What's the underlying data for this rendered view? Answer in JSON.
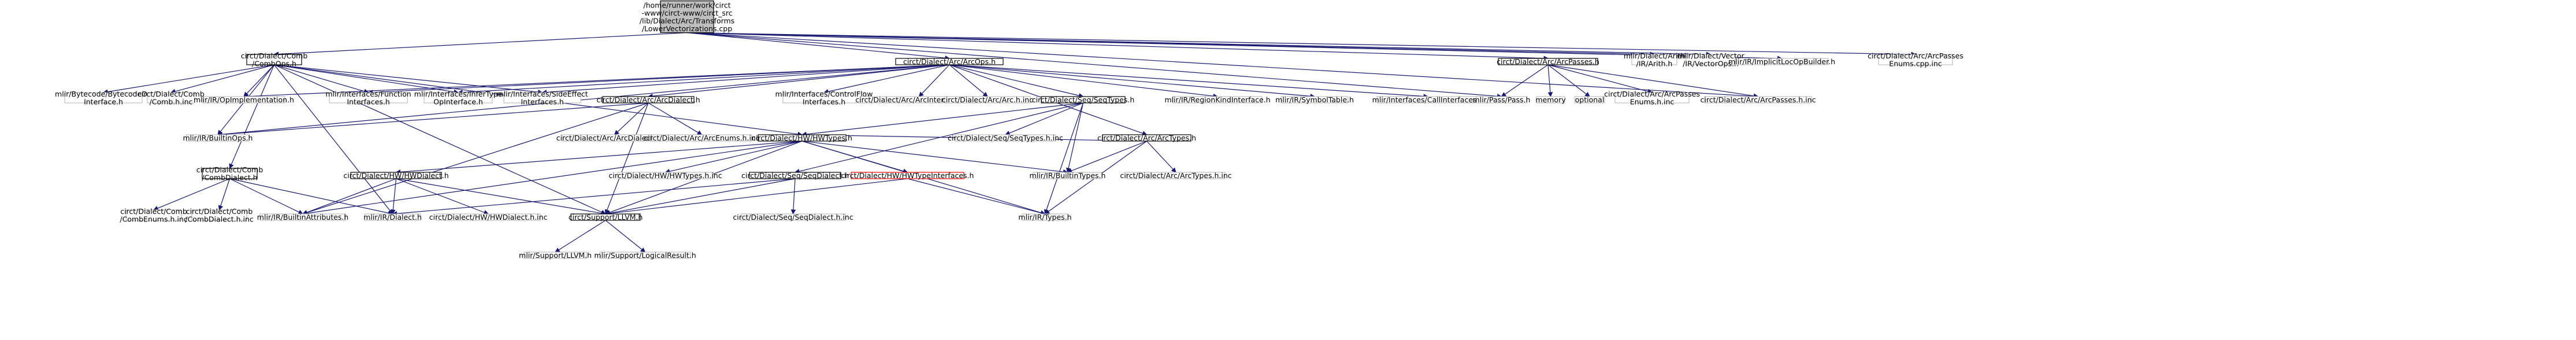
{
  "colors": {
    "edge": "#191970",
    "box_border": "#000000",
    "box_gray": "#bfbfbf",
    "box_red": "#ff0000",
    "root_fill": "#bfbfbf",
    "node_fill": "#ffffff"
  },
  "nodes": {
    "root": {
      "lines": [
        "/home/runner/work/circt",
        "-www/circt-www/circt_src",
        "/lib/Dialect/Arc/Transforms",
        "/LowerVectorizations.cpp"
      ],
      "style": "root"
    },
    "combops": {
      "lines": [
        "circt/Dialect/Comb",
        "/CombOps.h"
      ],
      "style": "black"
    },
    "arcops": {
      "lines": [
        "circt/Dialect/Arc/ArcOps.h"
      ],
      "style": "black"
    },
    "arcpasses": {
      "lines": [
        "circt/Dialect/Arc/ArcPasses.h"
      ],
      "style": "black"
    },
    "arith": {
      "lines": [
        "mlir/Dialect/Arith",
        "/IR/Arith.h"
      ],
      "style": "gray"
    },
    "vectorops": {
      "lines": [
        "mlir/Dialect/Vector",
        "/IR/VectorOps.h"
      ],
      "style": "gray"
    },
    "implicitloc": {
      "lines": [
        "mlir/IR/ImplicitLocOpBuilder.h"
      ],
      "style": "gray"
    },
    "arcpassesenums_cpp": {
      "lines": [
        "circt/Dialect/Arc/ArcPasses",
        "Enums.cpp.inc"
      ],
      "style": "gray"
    },
    "bytecodeop": {
      "lines": [
        "mlir/Bytecode/BytecodeOp",
        "Interface.h"
      ],
      "style": "gray"
    },
    "combh": {
      "lines": [
        "circt/Dialect/Comb",
        "/Comb.h.inc"
      ],
      "style": "gray"
    },
    "opimpl": {
      "lines": [
        "mlir/IR/OpImplementation.h"
      ],
      "style": "gray"
    },
    "funcif": {
      "lines": [
        "mlir/Interfaces/Function",
        "Interfaces.h"
      ],
      "style": "gray"
    },
    "infertype": {
      "lines": [
        "mlir/Interfaces/InferType",
        "OpInterface.h"
      ],
      "style": "gray"
    },
    "sideeffect": {
      "lines": [
        "mlir/Interfaces/SideEffect",
        "Interfaces.h"
      ],
      "style": "gray"
    },
    "arcdialect": {
      "lines": [
        "circt/Dialect/Arc/ArcDialect.h"
      ],
      "style": "black"
    },
    "controlflow": {
      "lines": [
        "mlir/Interfaces/ControlFlow",
        "Interfaces.h"
      ],
      "style": "gray"
    },
    "arcinterfaces": {
      "lines": [
        "circt/Dialect/Arc/ArcInterfaces.h.inc"
      ],
      "style": "gray"
    },
    "archinc": {
      "lines": [
        "circt/Dialect/Arc/Arc.h.inc"
      ],
      "style": "gray"
    },
    "seqtypes": {
      "lines": [
        "circt/Dialect/Seq/SeqTypes.h"
      ],
      "style": "black"
    },
    "regionkind": {
      "lines": [
        "mlir/IR/RegionKindInterface.h"
      ],
      "style": "gray"
    },
    "symboltable": {
      "lines": [
        "mlir/IR/SymbolTable.h"
      ],
      "style": "gray"
    },
    "callif": {
      "lines": [
        "mlir/Interfaces/CallInterfaces.h"
      ],
      "style": "gray"
    },
    "passpass": {
      "lines": [
        "mlir/Pass/Pass.h"
      ],
      "style": "gray"
    },
    "memory": {
      "lines": [
        "memory"
      ],
      "style": "gray"
    },
    "optional": {
      "lines": [
        "optional"
      ],
      "style": "gray"
    },
    "arcpassesenums_h": {
      "lines": [
        "circt/Dialect/Arc/ArcPasses",
        "Enums.h.inc"
      ],
      "style": "gray"
    },
    "arcpasses_hinc": {
      "lines": [
        "circt/Dialect/Arc/ArcPasses.h.inc"
      ],
      "style": "gray"
    },
    "builtinops": {
      "lines": [
        "mlir/IR/BuiltinOps.h"
      ],
      "style": "gray"
    },
    "arcdialect_hinc": {
      "lines": [
        "circt/Dialect/Arc/ArcDialect.h.inc"
      ],
      "style": "gray"
    },
    "arcenums": {
      "lines": [
        "circt/Dialect/Arc/ArcEnums.h.inc"
      ],
      "style": "gray"
    },
    "hwtypes": {
      "lines": [
        "circt/Dialect/HW/HWTypes.h"
      ],
      "style": "black"
    },
    "seqtypes_hinc": {
      "lines": [
        "circt/Dialect/Seq/SeqTypes.h.inc"
      ],
      "style": "gray"
    },
    "arctypes": {
      "lines": [
        "circt/Dialect/Arc/ArcTypes.h"
      ],
      "style": "black"
    },
    "combdialect": {
      "lines": [
        "circt/Dialect/Comb",
        "/CombDialect.h"
      ],
      "style": "black"
    },
    "hwdialect": {
      "lines": [
        "circt/Dialect/HW/HWDialect.h"
      ],
      "style": "black"
    },
    "hwtypes_hinc": {
      "lines": [
        "circt/Dialect/HW/HWTypes.h.inc"
      ],
      "style": "gray"
    },
    "seqdialect": {
      "lines": [
        "circt/Dialect/Seq/SeqDialect.h"
      ],
      "style": "black"
    },
    "hwtypeif": {
      "lines": [
        "circt/Dialect/HW/HWTypeInterfaces.h"
      ],
      "style": "red"
    },
    "builtintypes": {
      "lines": [
        "mlir/IR/BuiltinTypes.h"
      ],
      "style": "gray"
    },
    "arctypes_hinc": {
      "lines": [
        "circt/Dialect/Arc/ArcTypes.h.inc"
      ],
      "style": "gray"
    },
    "combenums": {
      "lines": [
        "circt/Dialect/Comb",
        "/CombEnums.h.inc"
      ],
      "style": "gray"
    },
    "combdialect_hinc": {
      "lines": [
        "circt/Dialect/Comb",
        "/CombDialect.h.inc"
      ],
      "style": "gray"
    },
    "builtinattrs": {
      "lines": [
        "mlir/IR/BuiltinAttributes.h"
      ],
      "style": "gray"
    },
    "irdialect": {
      "lines": [
        "mlir/IR/Dialect.h"
      ],
      "style": "gray"
    },
    "hwdialect_hinc": {
      "lines": [
        "circt/Dialect/HW/HWDialect.h.inc"
      ],
      "style": "gray"
    },
    "llvm": {
      "lines": [
        "circt/Support/LLVM.h"
      ],
      "style": "black"
    },
    "seqdialect_hinc": {
      "lines": [
        "circt/Dialect/Seq/SeqDialect.h.inc"
      ],
      "style": "gray"
    },
    "irtypes": {
      "lines": [
        "mlir/IR/Types.h"
      ],
      "style": "gray"
    },
    "supportllvm": {
      "lines": [
        "mlir/Support/LLVM.h"
      ],
      "style": "gray"
    },
    "logicalresult": {
      "lines": [
        "mlir/Support/LogicalResult.h"
      ],
      "style": "gray"
    }
  }
}
